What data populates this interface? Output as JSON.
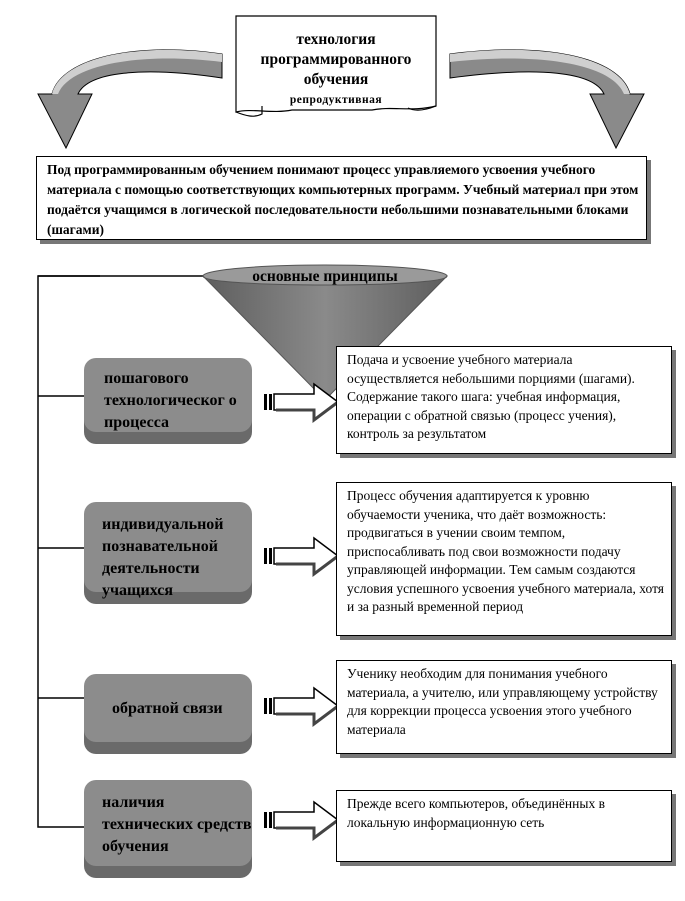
{
  "header": {
    "title": "технология программированного обучения",
    "subtitle": "репродуктивная"
  },
  "definition": "Под программированным обучением понимают процесс управляемого усвоения учебного материала с помощью соответствующих компьютерных программ. Учебный материал при этом подаётся учащимся в логической последовательности небольшими познавательными блоками (шагами)",
  "funnel_label": "основные принципы",
  "principles": [
    {
      "label": "пошагового технологическог о процесса",
      "description": "Подача и усвоение учебного материала осуществляется небольшими порциями (шагами). Содержание такого шага: учебная информация, операции с обратной связью (процесс учения), контроль за результатом"
    },
    {
      "label": "индивидуальной познавательной деятельности учащихся",
      "description": "Процесс обучения адаптируется к уровню обучаемости ученика, что даёт возможность: продвигаться в учении своим темпом, приспосабливать под свои возможности подачу управляющей информации. Тем самым создаются условия успешного усвоения учебного материала, хотя и за разный временной период"
    },
    {
      "label": "обратной связи",
      "description": "Ученику необходим для понимания учебного материала, а учителю, или управляющему устройству для коррекции процесса усвоения этого учебного материала"
    },
    {
      "label": "наличия технических средств обучения",
      "description": "Прежде всего компьютеров, объединённых в локальную информационную сеть"
    }
  ],
  "colors": {
    "box_fill": "#8c8c8c",
    "box_shade": "#6a6a6a",
    "funnel_fill": "#7a7a7a",
    "outline": "#000000"
  }
}
